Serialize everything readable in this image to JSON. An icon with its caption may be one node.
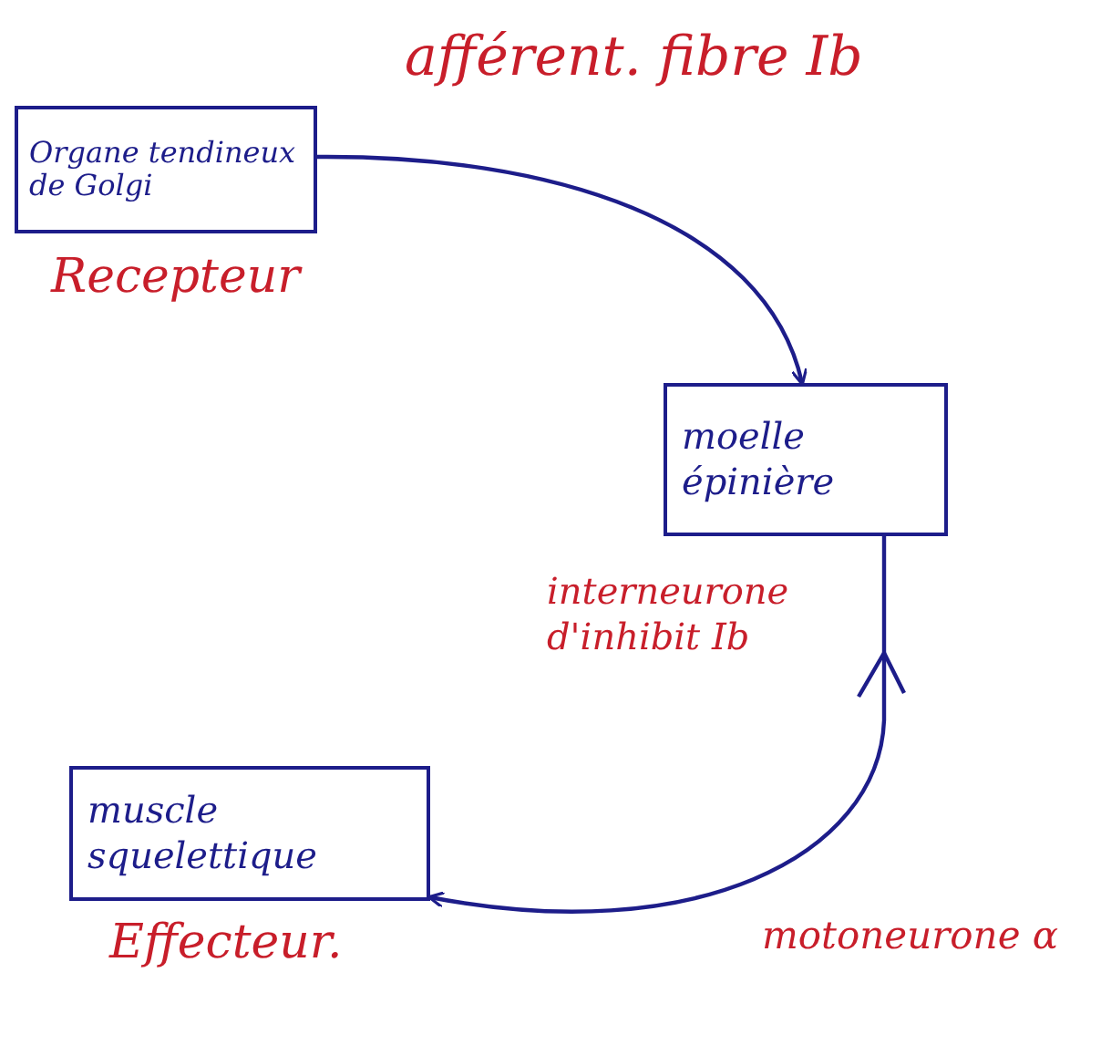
{
  "diagram": {
    "nodes": [
      {
        "text": [
          "Organe tendineux de Golgi"
        ],
        "beside": [
          "Recepteur"
        ]
      },
      {
        "text": [
          "moelle épinière"
        ]
      },
      {
        "text": [
          "muscle squelettique"
        ],
        "beside": [
          "Effecteur."
        ]
      }
    ],
    "edges": [
      {
        "from": 0,
        "to": 1,
        "arrow": "to",
        "label": "afférent. fibre Ib"
      },
      {
        "from": 1,
        "to": 2,
        "arrow": "to"
      }
    ],
    "labels": [
      "interneurone d'inhibit Ib",
      "motoneurone α"
    ]
  }
}
